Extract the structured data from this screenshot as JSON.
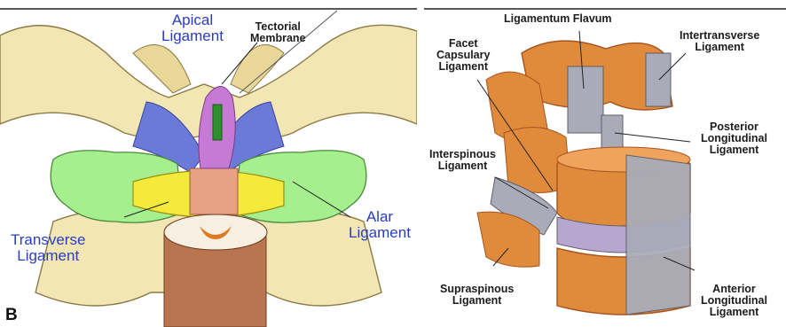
{
  "left_panel": {
    "letter": "B",
    "labels": {
      "apical": "Apical\nLigament",
      "tectorial": "Tectorial\nMembrane",
      "transverse": "Transverse\nLigament",
      "alar": "Alar\nLigament"
    },
    "colors": {
      "bone": "#f3e6b5",
      "apical_ligament": "#2f8f2f",
      "tectorial_membrane": "#c77ad3",
      "alar_ligament": "#6b79d8",
      "lateral_mass": "#a6ef8f",
      "transverse_ligament": "#f3ea3a",
      "dens": "#e8a184",
      "spinal_cord": "#b8754f",
      "label_blue": "#2a3cc0"
    }
  },
  "right_panel": {
    "labels": {
      "ligamentum_flavum": "Ligamentum Flavum",
      "facet_capsulary": "Facet\nCapsulary\nLigament",
      "intertransverse": "Intertransverse\nLigament",
      "posterior_longitudinal": "Posterior\nLongitudinal\nLigament",
      "interspinous": "Interspinous\nLigament",
      "supraspinous": "Supraspinous\nLigament",
      "anterior_longitudinal": "Anterior\nLongitudinal\nLigament"
    },
    "colors": {
      "vertebra": "#e08a3c",
      "vertebra_dark": "#a7531d",
      "ligament_grey": "#a9abb8",
      "disc": "#b7a7d0"
    }
  }
}
